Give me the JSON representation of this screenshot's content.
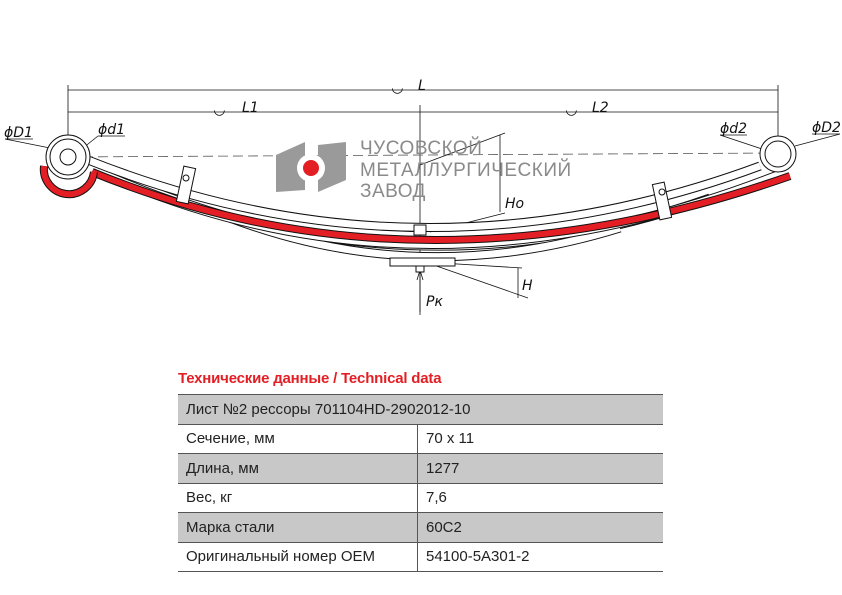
{
  "drawing": {
    "labels": {
      "L": "L",
      "L1": "L1",
      "L2": "L2",
      "D1": "ϕD1",
      "d1": "ϕd1",
      "d2": "ϕd2",
      "D2": "ϕD2",
      "Ho": "Ho",
      "H": "H",
      "Pk": "Pк"
    },
    "arc_mark": "◡",
    "colors": {
      "highlight_leaf": "#e31e24",
      "line": "#111111"
    }
  },
  "logo": {
    "lines": [
      "ЧУСОВСКОЙ",
      "МЕТАЛЛУРГИЧЕСКИЙ",
      "ЗАВОД"
    ]
  },
  "table": {
    "title": "Технические данные / Technical data",
    "header": "Лист №2 рессоры 701104HD-2902012-10",
    "rows": [
      {
        "label": "Сечение, мм",
        "value": "70 х 11"
      },
      {
        "label": "Длина, мм",
        "value": "1277"
      },
      {
        "label": "Вес, кг",
        "value": "7,6"
      },
      {
        "label": "Марка стали",
        "value": "60С2"
      },
      {
        "label": "Оригинальный номер ОЕМ",
        "value": "54100-5A301-2"
      }
    ]
  }
}
